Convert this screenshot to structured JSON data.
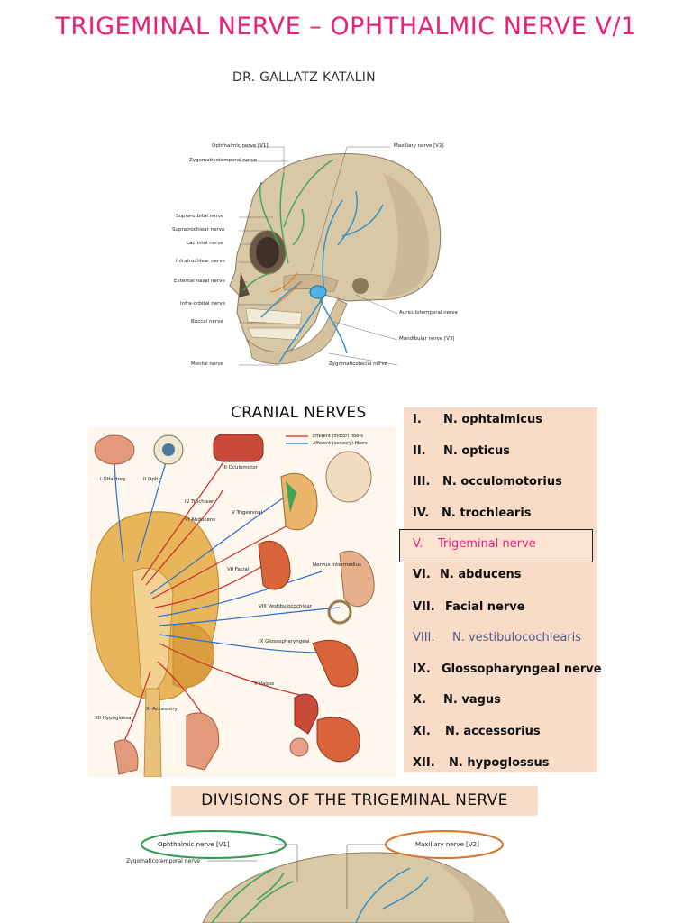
{
  "header": {
    "title": "TRIGEMINAL NERVE – OPHTHALMIC NERVE V/1",
    "author": "DR. GALLATZ KATALIN"
  },
  "skull_figure": {
    "labels_left": [
      "Ophthalmic nerve [V1]",
      "Zygomaticotemporal nerve",
      "Supra-orbital nerve",
      "Supratrochlear nerve",
      "Lacrimal nerve",
      "Infratrochlear nerve",
      "External nasal nerve",
      "Infra-orbital nerve",
      "Buccal nerve",
      "Mental nerve"
    ],
    "labels_right": [
      "Maxillary nerve [V2]",
      "Auriculotemporal nerve",
      "Mandibular nerve [V3]",
      "Zygomaticofacial nerve"
    ]
  },
  "cranial_nerves": {
    "heading": "CRANIAL NERVES",
    "figure": {
      "legend": [
        "Efferent (motor) fibers",
        "Afferent (sensory) fibers"
      ],
      "labels": [
        "I Olfactory",
        "II Optic",
        "III Oculomotor",
        "IV Trochlear",
        "VI Abducens",
        "V Trigeminal",
        "VII Facial",
        "Nervus intermedius",
        "VIII Vestibulocochlear",
        "IX Glossopharyngeal",
        "X Vagus",
        "XI Accessory",
        "XII Hypoglossal"
      ]
    },
    "list": [
      {
        "num": "I.",
        "name": "N. ophtalmicus"
      },
      {
        "num": "II.",
        "name": "N. opticus"
      },
      {
        "num": "III.",
        "name": "N. occulomotorius"
      },
      {
        "num": "IV.",
        "name": "N. trochlearis"
      },
      {
        "num": "V.",
        "name": "Trigeminal nerve"
      },
      {
        "num": "VI.",
        "name": "N. abducens"
      },
      {
        "num": "VII.",
        "name": "Facial nerve"
      },
      {
        "num": "VIII.",
        "name": "N. vestibulocochlearis"
      },
      {
        "num": "IX.",
        "name": "Glossopharyngeal nerve"
      },
      {
        "num": "X.",
        "name": "N. vagus"
      },
      {
        "num": "XI.",
        "name": "N. accessorius"
      },
      {
        "num": "XII.",
        "name": "N. hypoglossus"
      }
    ],
    "highlight_color": "#e8217a",
    "viii_color": "#4a5a8a"
  },
  "divisions": {
    "heading": "DIVISIONS OF THE TRIGEMINAL NERVE",
    "labels": [
      "Ophthalmic nerve [V1]",
      "Zygomaticotemporal nerve",
      "Maxillary nerve [V2]"
    ]
  }
}
